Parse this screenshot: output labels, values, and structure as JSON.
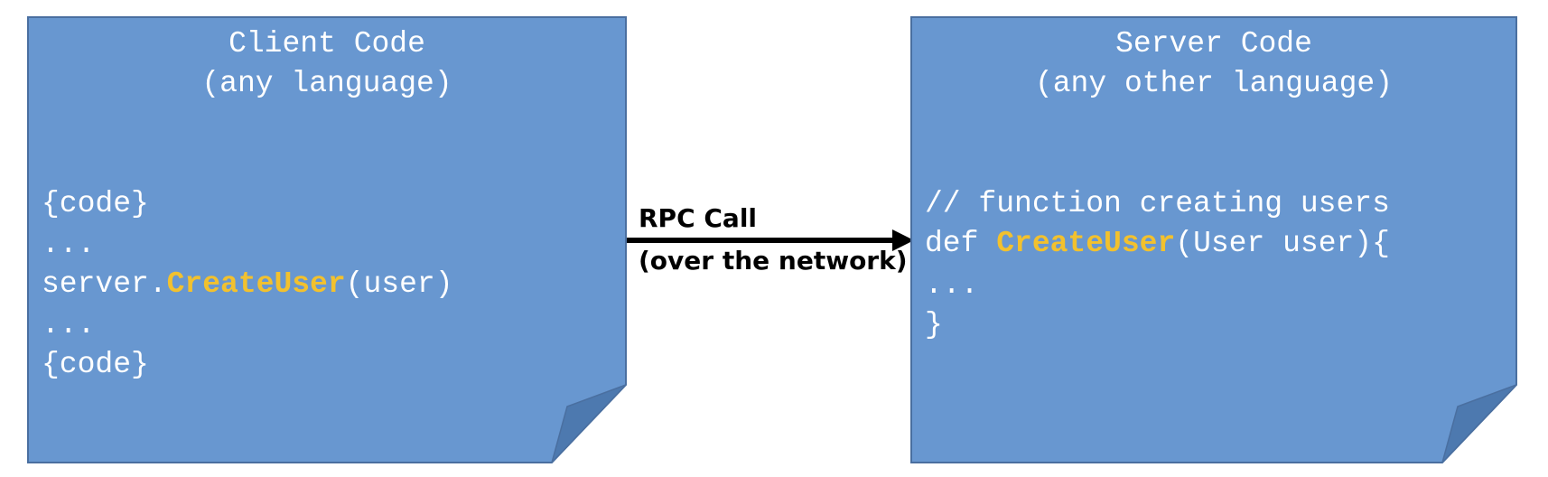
{
  "client": {
    "title_line1": "Client Code",
    "title_line2": "(any language)",
    "code": {
      "line1": "{code}",
      "line2": "...",
      "line3_prefix": "server.",
      "line3_func": "CreateUser",
      "line3_suffix": "(user)",
      "line4": "...",
      "line5": "{code}"
    }
  },
  "arrow": {
    "label_line1": "RPC Call",
    "label_line2": "(over the network)"
  },
  "server": {
    "title_line1": "Server Code",
    "title_line2": "(any other language)",
    "code": {
      "line1": "// function creating users",
      "line2_prefix": "def ",
      "line2_func": "CreateUser",
      "line2_suffix": "(User user){",
      "line3": "...",
      "line4": "}"
    }
  },
  "colors": {
    "note_fill": "#6897D0",
    "note_border": "#4A6FA0",
    "fold_fill": "#4D79AF",
    "text": "#FFFFFF",
    "highlight": "#F2C12E",
    "arrow": "#000000"
  }
}
